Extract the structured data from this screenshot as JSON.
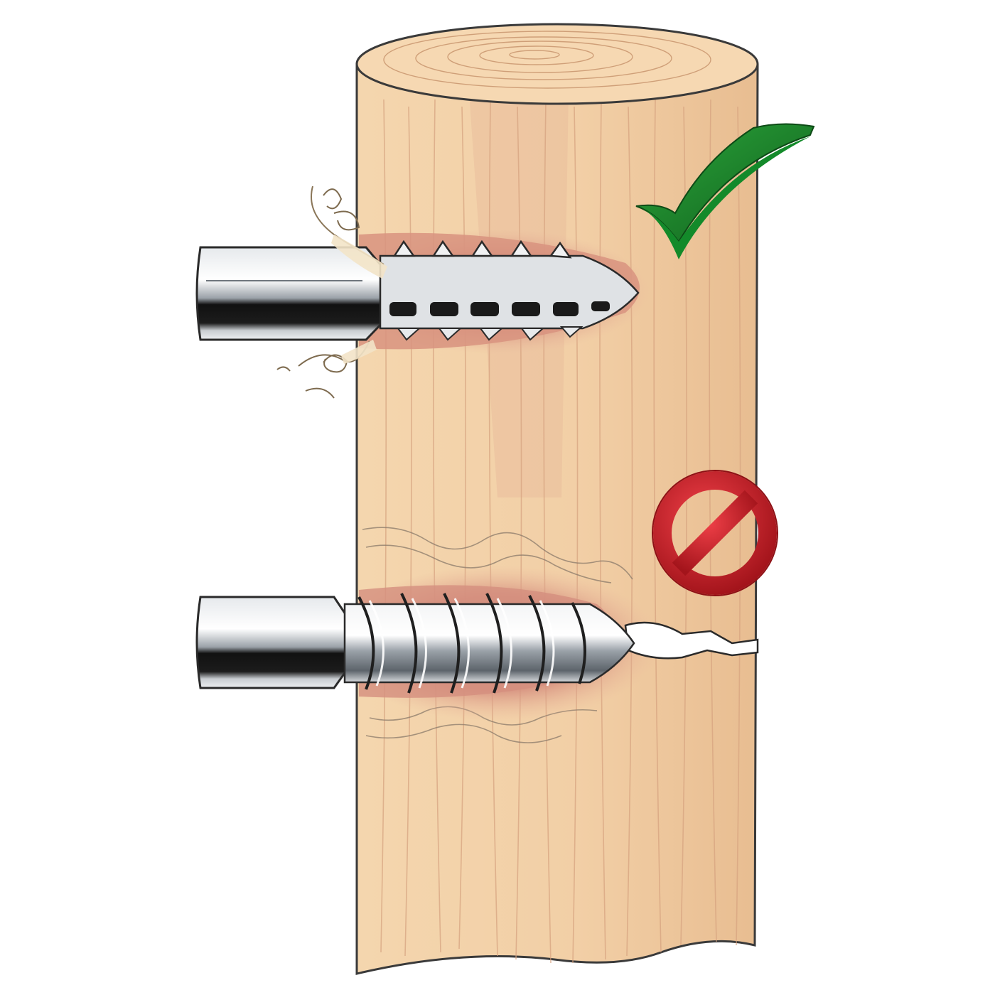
{
  "colors": {
    "background": "#ffffff",
    "wood": "#f2cfa6",
    "wood_shade": "#e2b388",
    "wood_grain": "#d9a882",
    "wood_top": "#f6d8b2",
    "wood_outline": "#3a3a3a",
    "hole_shadow": "#d99a86",
    "steel_light": "#eef0f2",
    "steel_mid": "#b8bec4",
    "steel_dark": "#111111",
    "shaving": "#f4e6cc",
    "check": "#1e8a2e",
    "check_dark": "#0f5e1b",
    "prohibit": "#d81e25",
    "prohibit_dark": "#8e1015"
  },
  "diagram": {
    "subject": "wood-post",
    "items": [
      {
        "id": "correct",
        "drill": "drill-bit-with-flutes",
        "symbol": "check-mark-icon",
        "result": "clean-cut"
      },
      {
        "id": "wrong",
        "drill": "screw-thread-bit",
        "symbol": "prohibited-icon",
        "result": "wood-split"
      }
    ]
  }
}
